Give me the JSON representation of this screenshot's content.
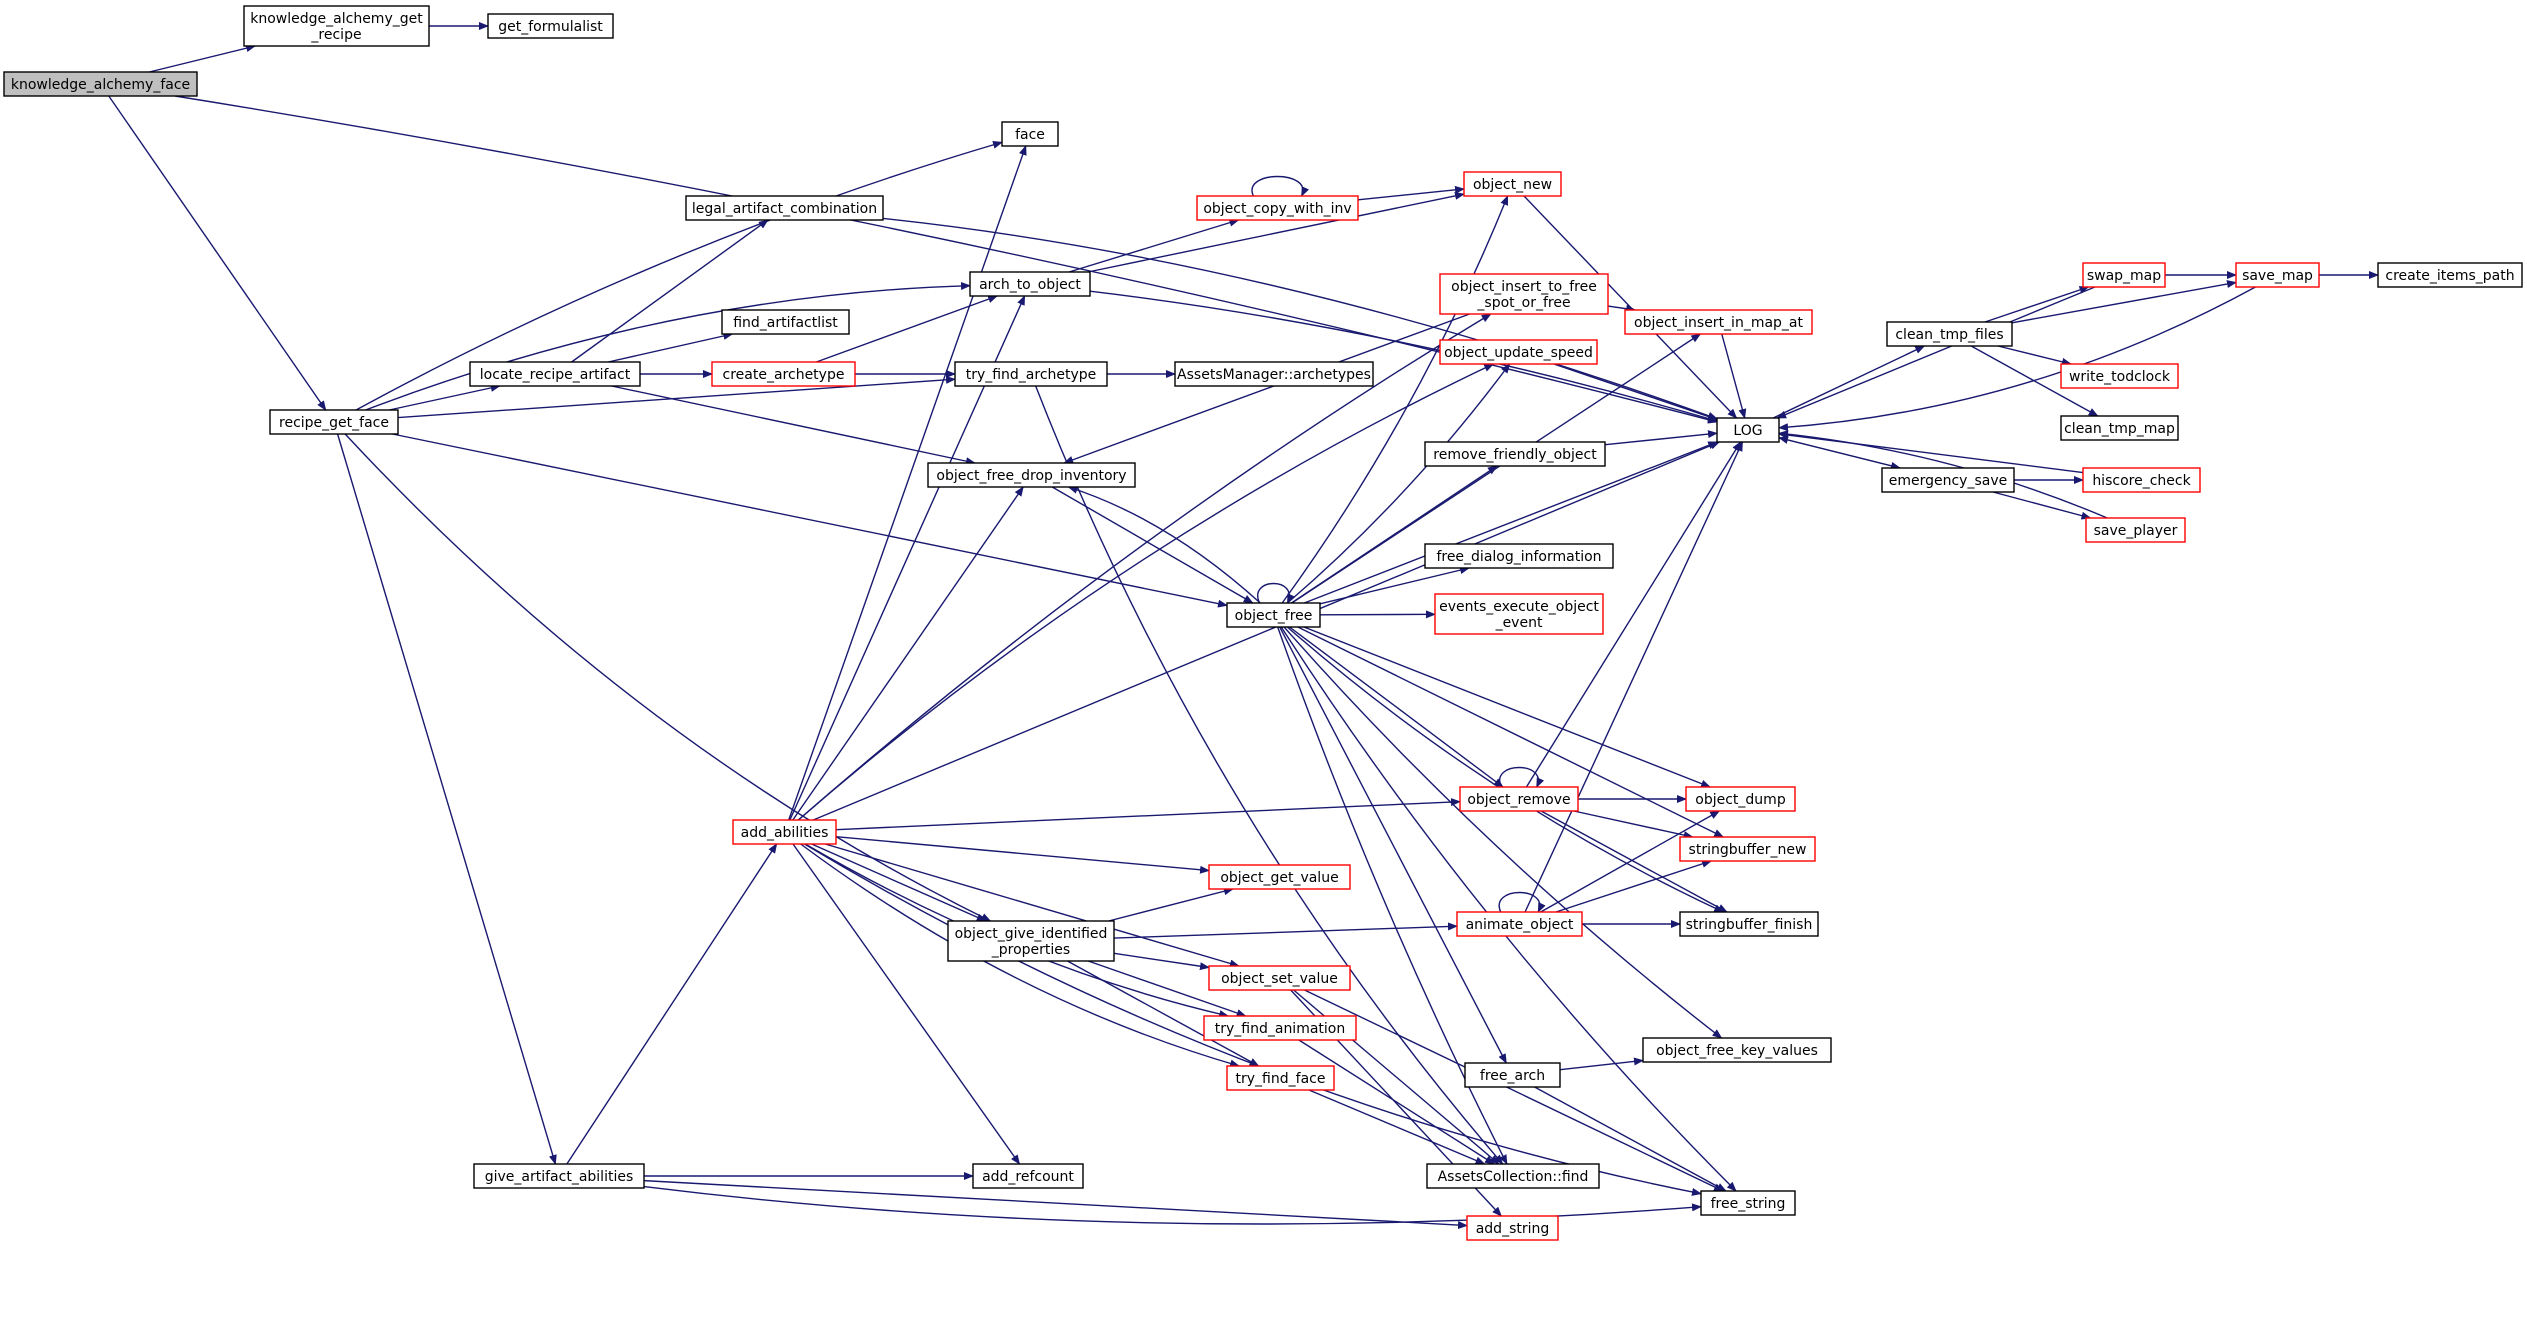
{
  "colors": {
    "edge": "#191970",
    "node_border": "#000000",
    "node_border_external": "#ff0000",
    "root_fill": "#bfbfbf",
    "node_fill": "#ffffff"
  },
  "nodes": [
    {
      "id": "knowledge_alchemy_face",
      "lines": [
        "knowledge_alchemy_face"
      ],
      "root": true
    },
    {
      "id": "knowledge_alchemy_get_recipe",
      "lines": [
        "knowledge_alchemy_get",
        "_recipe"
      ]
    },
    {
      "id": "get_formulalist",
      "lines": [
        "get_formulalist"
      ]
    },
    {
      "id": "recipe_get_face",
      "lines": [
        "recipe_get_face"
      ]
    },
    {
      "id": "face",
      "lines": [
        "face"
      ]
    },
    {
      "id": "legal_artifact_combination",
      "lines": [
        "legal_artifact_combination"
      ]
    },
    {
      "id": "arch_to_object",
      "lines": [
        "arch_to_object"
      ]
    },
    {
      "id": "object_copy_with_inv",
      "lines": [
        "object_copy_with_inv"
      ],
      "ext": true
    },
    {
      "id": "object_new",
      "lines": [
        "object_new"
      ],
      "ext": true
    },
    {
      "id": "find_artifactlist",
      "lines": [
        "find_artifactlist"
      ]
    },
    {
      "id": "locate_recipe_artifact",
      "lines": [
        "locate_recipe_artifact"
      ]
    },
    {
      "id": "create_archetype",
      "lines": [
        "create_archetype"
      ],
      "ext": true
    },
    {
      "id": "try_find_archetype",
      "lines": [
        "try_find_archetype"
      ]
    },
    {
      "id": "AssetsManager_archetypes",
      "lines": [
        "AssetsManager::archetypes"
      ]
    },
    {
      "id": "object_insert_to_free_spot_or_free",
      "lines": [
        "object_insert_to_free",
        "_spot_or_free"
      ],
      "ext": true
    },
    {
      "id": "object_insert_in_map_at",
      "lines": [
        "object_insert_in_map_at"
      ],
      "ext": true
    },
    {
      "id": "object_update_speed",
      "lines": [
        "object_update_speed"
      ],
      "ext": true
    },
    {
      "id": "LOG",
      "lines": [
        "LOG"
      ]
    },
    {
      "id": "remove_friendly_object",
      "lines": [
        "remove_friendly_object"
      ]
    },
    {
      "id": "object_free_drop_inventory",
      "lines": [
        "object_free_drop_inventory"
      ]
    },
    {
      "id": "free_dialog_information",
      "lines": [
        "free_dialog_information"
      ]
    },
    {
      "id": "object_free",
      "lines": [
        "object_free"
      ]
    },
    {
      "id": "events_execute_object_event",
      "lines": [
        "events_execute_object",
        "_event"
      ],
      "ext": true
    },
    {
      "id": "swap_map",
      "lines": [
        "swap_map"
      ],
      "ext": true
    },
    {
      "id": "save_map",
      "lines": [
        "save_map"
      ],
      "ext": true
    },
    {
      "id": "create_items_path",
      "lines": [
        "create_items_path"
      ]
    },
    {
      "id": "clean_tmp_files",
      "lines": [
        "clean_tmp_files"
      ]
    },
    {
      "id": "write_todclock",
      "lines": [
        "write_todclock"
      ],
      "ext": true
    },
    {
      "id": "clean_tmp_map",
      "lines": [
        "clean_tmp_map"
      ]
    },
    {
      "id": "emergency_save",
      "lines": [
        "emergency_save"
      ]
    },
    {
      "id": "hiscore_check",
      "lines": [
        "hiscore_check"
      ],
      "ext": true
    },
    {
      "id": "save_player",
      "lines": [
        "save_player"
      ],
      "ext": true
    },
    {
      "id": "object_remove",
      "lines": [
        "object_remove"
      ],
      "ext": true
    },
    {
      "id": "object_dump",
      "lines": [
        "object_dump"
      ],
      "ext": true
    },
    {
      "id": "add_abilities",
      "lines": [
        "add_abilities"
      ],
      "ext": true
    },
    {
      "id": "stringbuffer_new",
      "lines": [
        "stringbuffer_new"
      ],
      "ext": true
    },
    {
      "id": "object_get_value",
      "lines": [
        "object_get_value"
      ],
      "ext": true
    },
    {
      "id": "object_give_identified_properties",
      "lines": [
        "object_give_identified",
        "_properties"
      ]
    },
    {
      "id": "animate_object",
      "lines": [
        "animate_object"
      ],
      "ext": true
    },
    {
      "id": "stringbuffer_finish",
      "lines": [
        "stringbuffer_finish"
      ]
    },
    {
      "id": "object_set_value",
      "lines": [
        "object_set_value"
      ],
      "ext": true
    },
    {
      "id": "try_find_animation",
      "lines": [
        "try_find_animation"
      ],
      "ext": true
    },
    {
      "id": "object_free_key_values",
      "lines": [
        "object_free_key_values"
      ]
    },
    {
      "id": "free_arch",
      "lines": [
        "free_arch"
      ]
    },
    {
      "id": "try_find_face",
      "lines": [
        "try_find_face"
      ],
      "ext": true
    },
    {
      "id": "give_artifact_abilities",
      "lines": [
        "give_artifact_abilities"
      ]
    },
    {
      "id": "add_refcount",
      "lines": [
        "add_refcount"
      ]
    },
    {
      "id": "AssetsCollection_find",
      "lines": [
        "AssetsCollection::find"
      ]
    },
    {
      "id": "free_string",
      "lines": [
        "free_string"
      ]
    },
    {
      "id": "add_string",
      "lines": [
        "add_string"
      ],
      "ext": true
    }
  ]
}
